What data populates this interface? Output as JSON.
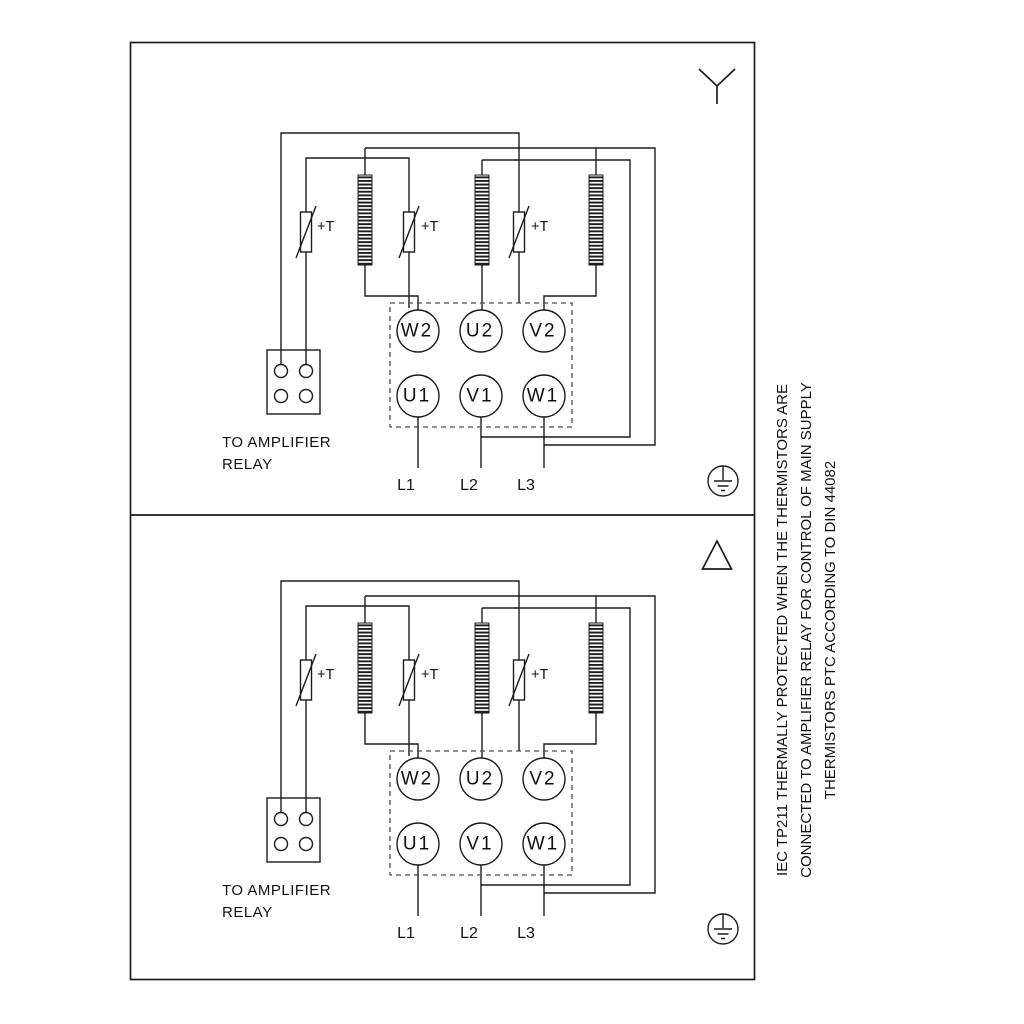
{
  "diagram": "motor-terminal-wiring",
  "colors": {
    "line": "#1c1c1c",
    "background": "#ffffff",
    "dashed_box": "#4d4d4d"
  },
  "panels": [
    {
      "connection": "star",
      "symbol": "star-icon",
      "terminals_top": [
        "W2",
        "U2",
        "V2"
      ],
      "terminals_bottom": [
        "U1",
        "V1",
        "W1"
      ],
      "supply_lines": [
        "L1",
        "L2",
        "L3"
      ],
      "thermistor_labels": [
        "+T",
        "+T",
        "+T"
      ],
      "relay_note": [
        "TO AMPLIFIER",
        "RELAY"
      ]
    },
    {
      "connection": "delta",
      "symbol": "delta-icon",
      "terminals_top": [
        "W2",
        "U2",
        "V2"
      ],
      "terminals_bottom": [
        "U1",
        "V1",
        "W1"
      ],
      "supply_lines": [
        "L1",
        "L2",
        "L3"
      ],
      "thermistor_labels": [
        "+T",
        "+T",
        "+T"
      ],
      "relay_note": [
        "TO AMPLIFIER",
        "RELAY"
      ]
    }
  ],
  "sidebar_note": {
    "lines": [
      "IEC TP211 THERMALLY PROTECTED WHEN THE THERMISTORS ARE",
      "CONNECTED TO AMPLIFIER RELAY FOR CONTROL OF MAIN SUPPLY",
      "THERMISTORS PTC ACCORDING TO DIN 44082"
    ]
  }
}
